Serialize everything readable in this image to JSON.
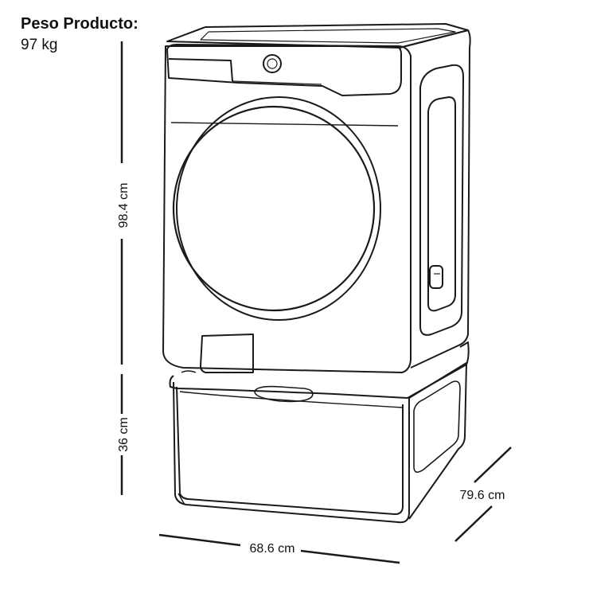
{
  "product": {
    "weight_label": "Peso Producto:",
    "weight_value": "97 kg"
  },
  "dimensions": {
    "height_upper": "98.4 cm",
    "height_lower": "36 cm",
    "width": "68.6 cm",
    "depth": "79.6 cm"
  },
  "colors": {
    "line": "#1a1a1a",
    "background": "#ffffff"
  }
}
